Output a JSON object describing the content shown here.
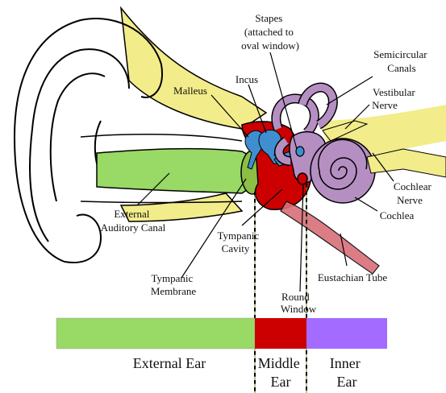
{
  "colors": {
    "external": "#99d966",
    "middle": "#cc0000",
    "inner": "#a36bff",
    "ossicles": "#3f8fd0",
    "bone": "#f2ec8a",
    "cochlea": "#b58fc2",
    "tube": "#d9707a",
    "outline": "#000000"
  },
  "labels": {
    "stapes": [
      "Stapes",
      "(attached to",
      "oval window)"
    ],
    "incus": "Incus",
    "malleus": "Malleus",
    "semicircular_canals": [
      "Semicircular",
      "Canals"
    ],
    "vestibular_nerve": [
      "Vestibular",
      "Nerve"
    ],
    "cochlear_nerve": [
      "Cochlear",
      "Nerve"
    ],
    "cochlea": "Cochlea",
    "external_auditory_canal": [
      "External",
      "Auditory Canal"
    ],
    "tympanic_cavity": [
      "Tympanic",
      "Cavity"
    ],
    "tympanic_membrane": [
      "Tympanic",
      "Membrane"
    ],
    "eustachian_tube": "Eustachian Tube",
    "round_window": [
      "Round",
      "Window"
    ]
  },
  "regions": {
    "external_ear": "External Ear",
    "middle_ear": [
      "Middle",
      "Ear"
    ],
    "inner_ear": [
      "Inner",
      "Ear"
    ]
  }
}
